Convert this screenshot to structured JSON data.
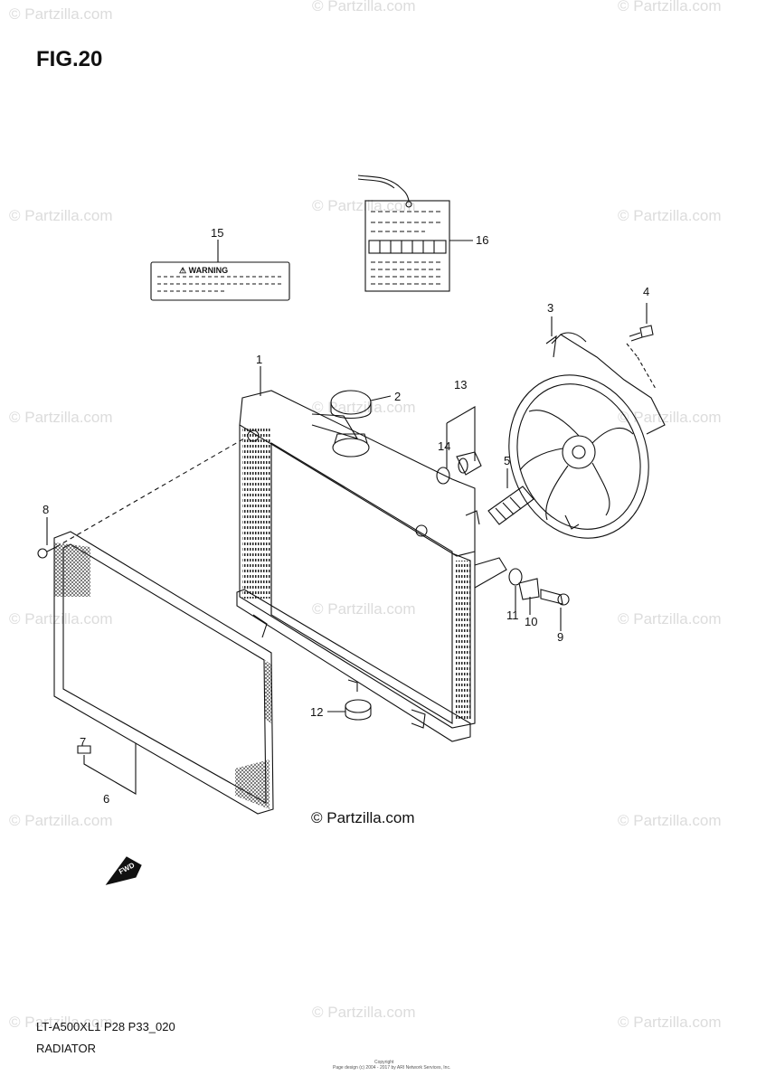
{
  "figure": {
    "title": "FIG.20"
  },
  "watermark": {
    "text": "© Partzilla.com"
  },
  "diagram_copyright": "© Partzilla.com",
  "warning_label": {
    "text": "⚠ WARNING"
  },
  "fwd_arrow": {
    "text": "FWD"
  },
  "callouts": {
    "c1": "1",
    "c2": "2",
    "c3": "3",
    "c4": "4",
    "c5": "5",
    "c6": "6",
    "c7": "7",
    "c8": "8",
    "c9": "9",
    "c10": "10",
    "c11": "11",
    "c12": "12",
    "c13": "13",
    "c14": "14",
    "c15": "15",
    "c16": "16"
  },
  "footer": {
    "model_code": "LT-A500XL1 P28 P33_020",
    "section_name": "RADIATOR",
    "fine_print_1": "Copyright",
    "fine_print_2": "Page design (c) 2004 - 2017 by ARI Network Services, Inc."
  }
}
